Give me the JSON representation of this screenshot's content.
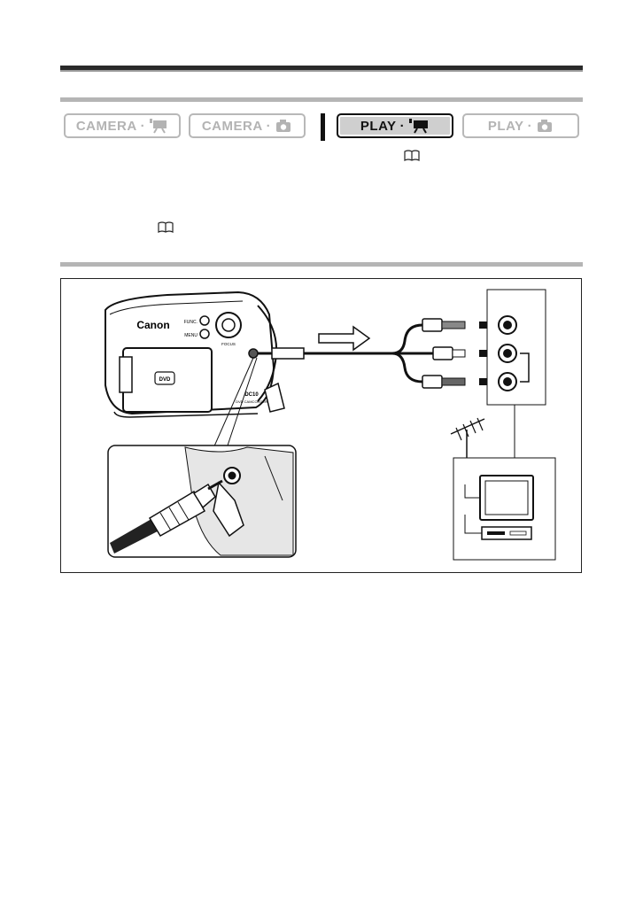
{
  "modes": [
    {
      "label": "CAMERA",
      "icon": "movie-camera-icon",
      "active": false
    },
    {
      "label": "CAMERA",
      "icon": "photo-camera-icon",
      "active": false
    },
    {
      "label": "PLAY",
      "icon": "movie-camera-icon",
      "active": true
    },
    {
      "label": "PLAY",
      "icon": "photo-camera-icon",
      "active": false
    }
  ],
  "camera_brand": "Canon",
  "camera_buttons": [
    "FUNC.",
    "MENU"
  ],
  "camera_model": "DC10",
  "camera_model_sub": "DVD CAMCORDER",
  "camera_dial_label": "FOCUS",
  "colors": {
    "active_tab_bg": "#cfcfcf",
    "inactive_tab": "#b3b3b3",
    "rule": "#b5b5b5"
  }
}
